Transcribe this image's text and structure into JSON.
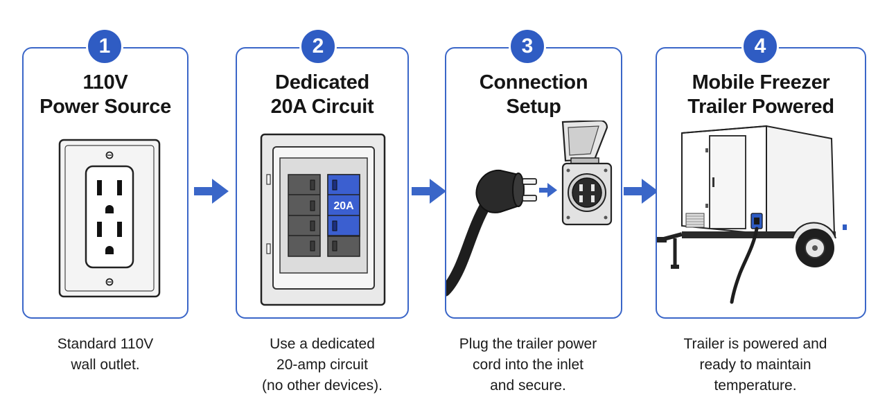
{
  "steps": [
    {
      "number": "1",
      "title": "110V\nPower Source",
      "caption": "Standard 110V\nwall outlet."
    },
    {
      "number": "2",
      "title": "Dedicated\n20A Circuit",
      "caption": "Use a dedicated\n20-amp circuit\n(no other devices).",
      "breaker_label": "20A"
    },
    {
      "number": "3",
      "title": "Connection\nSetup",
      "caption": "Plug the trailer power\ncord into the inlet\nand secure."
    },
    {
      "number": "4",
      "title": "Mobile Freezer\nTrailer Powered",
      "caption": "Trailer is powered and\nready to maintain\ntemperature."
    }
  ],
  "colors": {
    "accent": "#3a66c8",
    "badge": "#2f5cc3",
    "breaker_highlight": "#3b5fd0"
  },
  "icons": [
    "wall-outlet-icon",
    "breaker-panel-icon",
    "plug-inlet-icon",
    "trailer-icon",
    "arrow-right-icon"
  ]
}
